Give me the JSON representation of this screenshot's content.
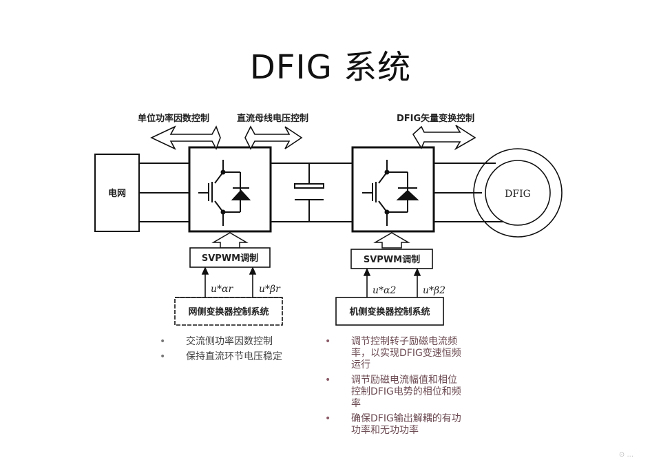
{
  "title": "DFIG 系统",
  "diagram": {
    "labels": {
      "unity_pf_control": "单位功率因数控制",
      "dc_bus_voltage_control": "直流母线电压控制",
      "dfig_vector_control": "DFIG矢量变换控制",
      "grid": "电网",
      "dfig": "DFIG",
      "svpwm_left": "SVPWM调制",
      "svpwm_right": "SVPWM调制",
      "grid_side_controller": "网侧变换器控制系统",
      "machine_side_controller": "机侧变换器控制系统",
      "u_ar": "u*αr",
      "u_br": "u*βr",
      "u_a2": "u*α2",
      "u_b2": "u*β2"
    }
  },
  "bullets_left": [
    "交流侧功率因数控制",
    "保持直流环节电压稳定"
  ],
  "bullets_right": [
    "调节控制转子励磁电流频率，以实现DFIG变速恒频运行",
    "调节励磁电流幅值和相位控制DFIG电势的相位和频率",
    "确保DFIG输出解耦的有功功率和无功功率"
  ],
  "watermark": "⊙ ..."
}
